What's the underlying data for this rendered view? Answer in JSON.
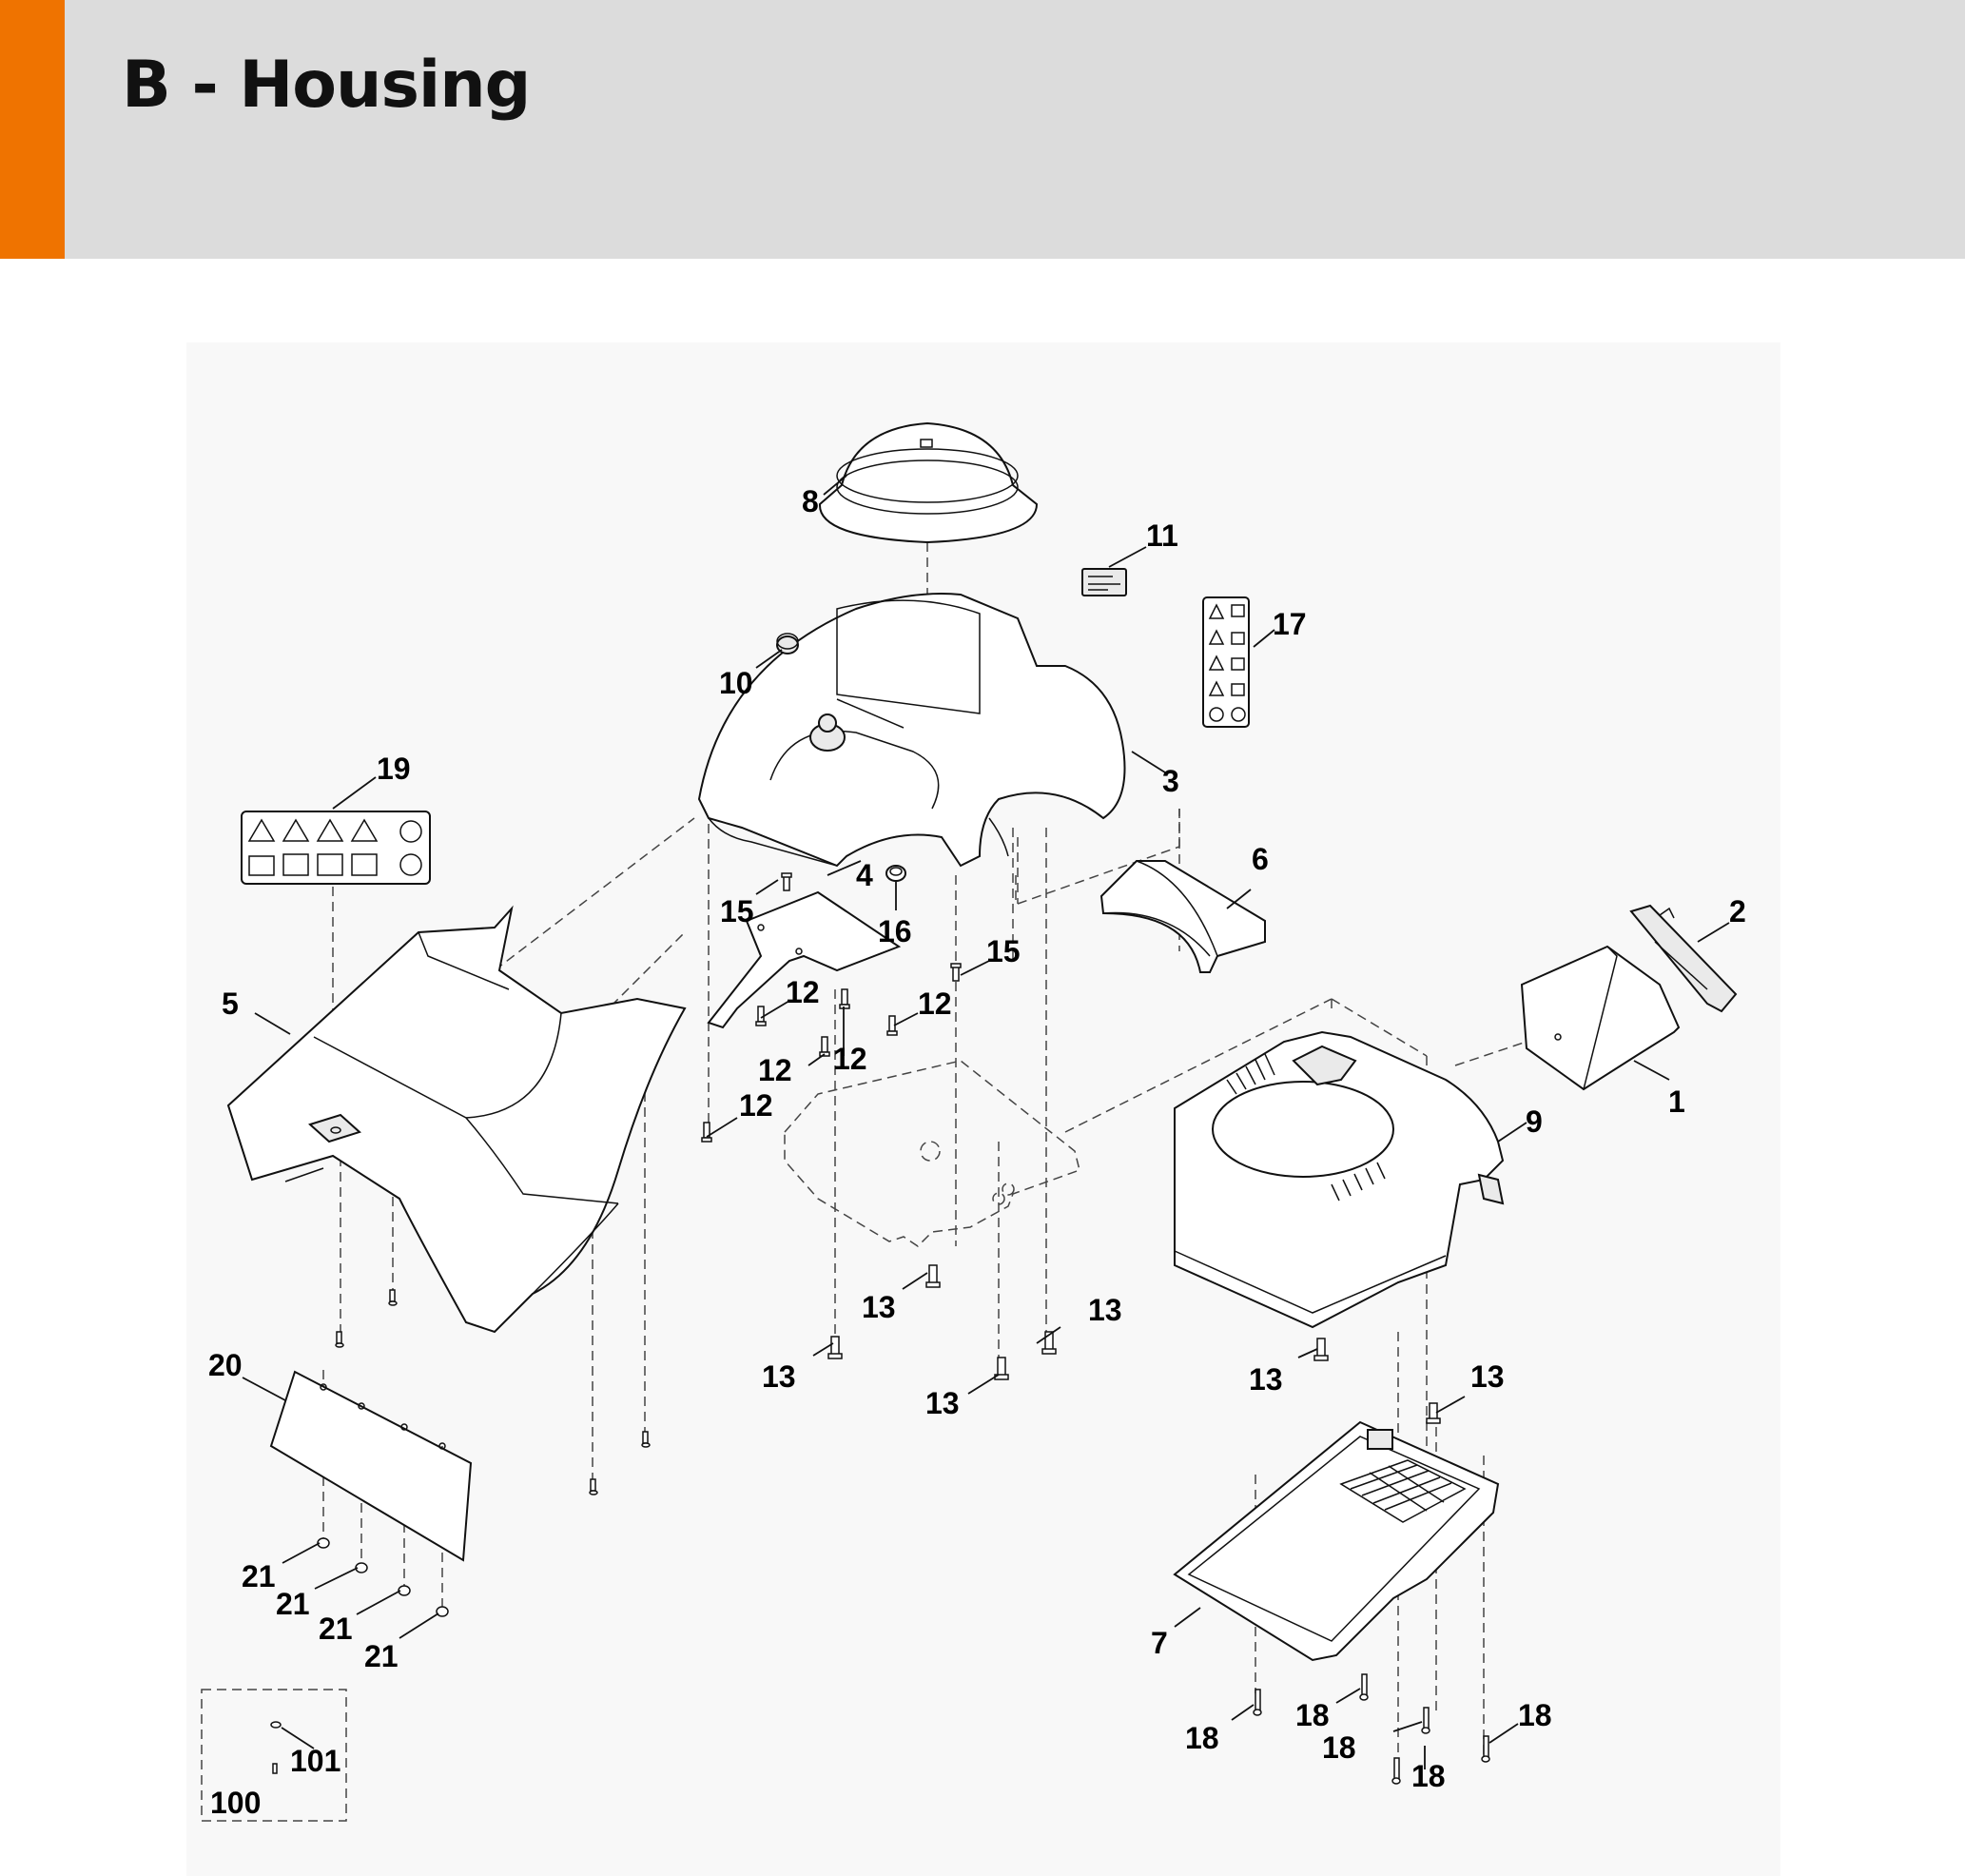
{
  "header": {
    "title": "B - Housing",
    "accent_color": "#ef7300",
    "background_color": "#dcdcdc"
  },
  "diagram": {
    "callouts": [
      "1",
      "2",
      "3",
      "4",
      "5",
      "6",
      "7",
      "8",
      "9",
      "10",
      "11",
      "12",
      "13",
      "15",
      "16",
      "17",
      "18",
      "19",
      "20",
      "21",
      "100",
      "101"
    ]
  }
}
